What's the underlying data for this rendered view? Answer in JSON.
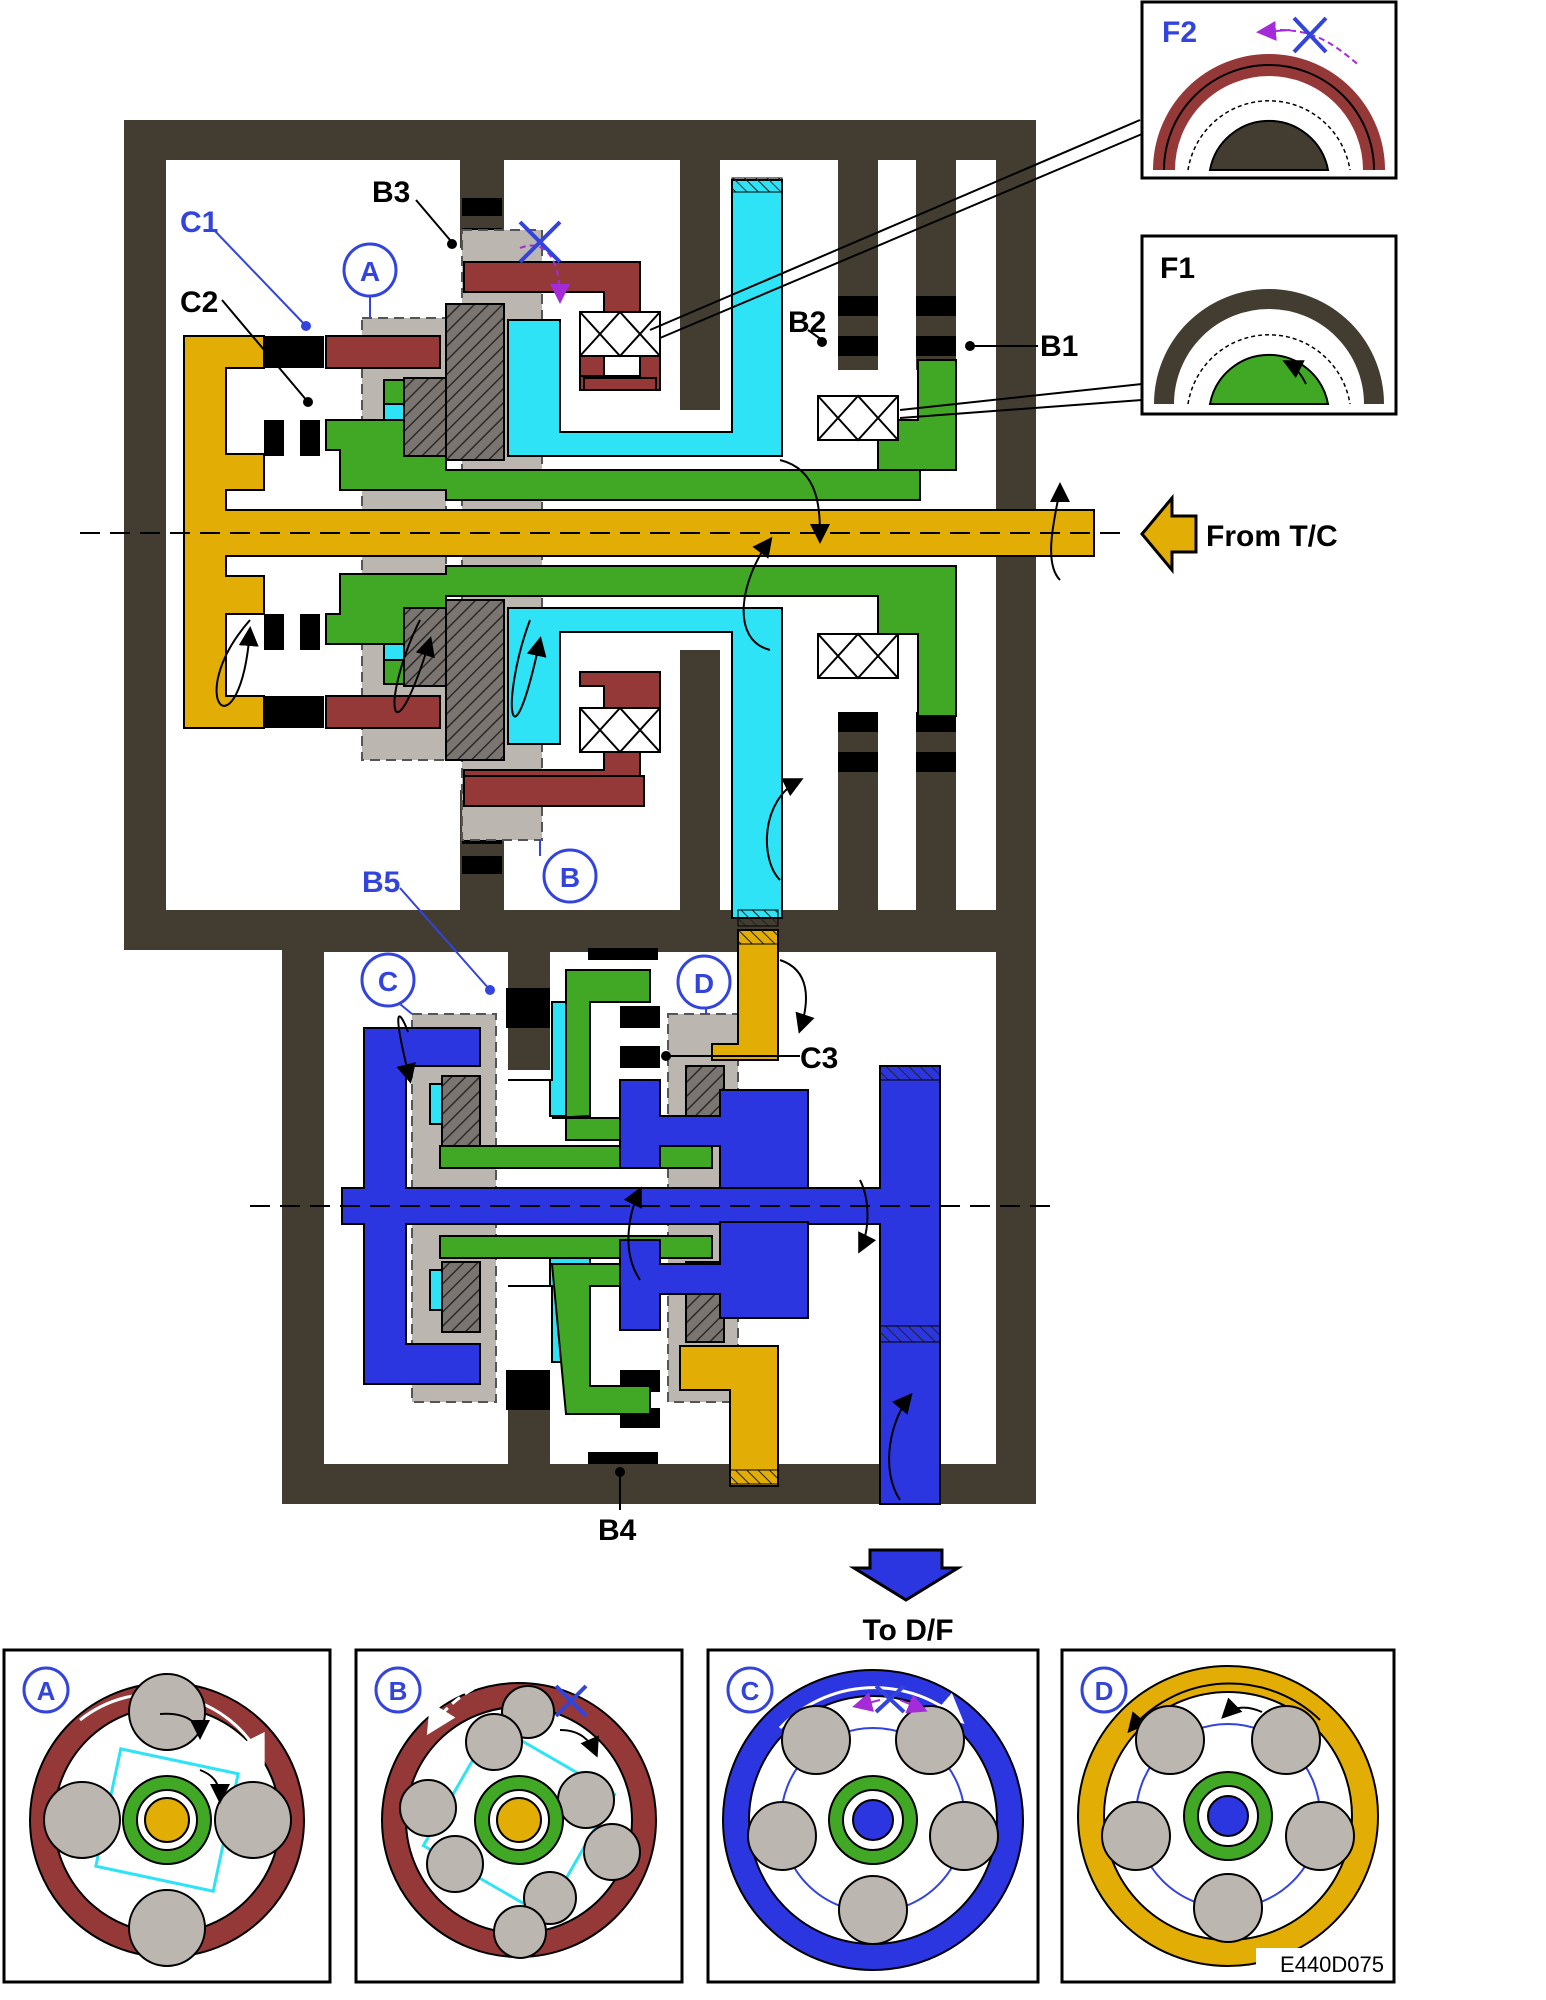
{
  "colors": {
    "housing": "#423d30",
    "cyan": "#2ee3f5",
    "maroon": "#943838",
    "green": "#41a826",
    "gold": "#e2ad05",
    "blue": "#2c36e0",
    "grey": "#bcb6b0",
    "hatch": "#6e6a66",
    "label_blue": "#3344dd",
    "arrow_purple": "#a52bd9"
  },
  "labels": {
    "c1": "C1",
    "c2": "C2",
    "b3": "B3",
    "b2": "B2",
    "b1": "B1",
    "b5": "B5",
    "c3": "C3",
    "b4": "B4",
    "f1": "F1",
    "f2": "F2",
    "input": "From T/C",
    "output": "To D/F",
    "code": "E440D075"
  },
  "circles": {
    "a": "A",
    "b": "B",
    "c": "C",
    "d": "D"
  }
}
